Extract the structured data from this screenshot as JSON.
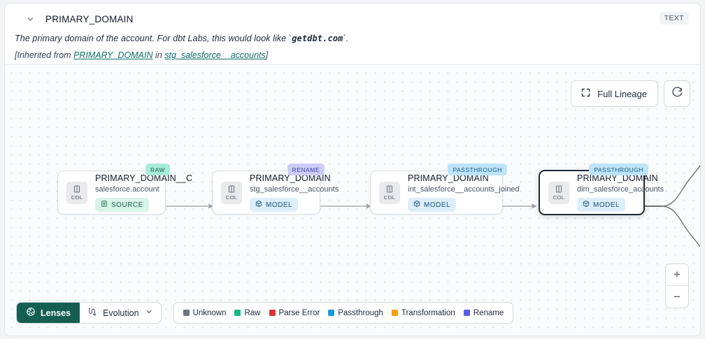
{
  "header": {
    "chevron_icon": "chevron-down-icon",
    "title": "PRIMARY_DOMAIN",
    "type_badge": "TEXT",
    "description_prefix": "The primary domain of the account. For dbt Labs, this would look like `",
    "description_code": "getdbt.com",
    "description_suffix": "`.",
    "inherited_open": "[Inherited from ",
    "inherited_link1": "PRIMARY_DOMAIN",
    "inherited_mid": " in ",
    "inherited_link2": "stg_salesforce__accounts",
    "inherited_close": "]"
  },
  "canvas_controls": {
    "full_lineage_label": "Full Lineage",
    "full_lineage_icon": "expand-icon",
    "refresh_icon": "refresh-icon",
    "zoom_in_label": "+",
    "zoom_out_label": "−"
  },
  "lineage": {
    "nodes": [
      {
        "tag": "RAW",
        "tag_kind": "raw",
        "chip_label": "COL",
        "chip_icon": "column-icon",
        "title": "PRIMARY_DOMAIN__C",
        "subtitle": "salesforce.account",
        "kind_label": "SOURCE",
        "kind_icon": "database-icon",
        "kind_class": "kind-source",
        "selected": false
      },
      {
        "tag": "RENAME",
        "tag_kind": "rename",
        "chip_label": "COL",
        "chip_icon": "column-icon",
        "title": "PRIMARY_DOMAIN",
        "subtitle": "stg_salesforce__accounts",
        "kind_label": "MODEL",
        "kind_icon": "cube-icon",
        "kind_class": "kind-model",
        "selected": false
      },
      {
        "tag": "PASSTHROUGH",
        "tag_kind": "passthrough",
        "chip_label": "COL",
        "chip_icon": "column-icon",
        "title": "PRIMARY_DOMAIN",
        "subtitle": "int_salesforce__accounts_joined",
        "kind_label": "MODEL",
        "kind_icon": "cube-icon",
        "kind_class": "kind-model",
        "selected": false
      },
      {
        "tag": "PASSTHROUGH",
        "tag_kind": "passthrough",
        "chip_label": "COL",
        "chip_icon": "column-icon",
        "title": "PRIMARY_DOMAIN",
        "subtitle": "dim_salesforce_accounts",
        "kind_label": "MODEL",
        "kind_icon": "cube-icon",
        "kind_class": "kind-model",
        "selected": true
      }
    ]
  },
  "bottom_bar": {
    "lenses_label": "Lenses",
    "lenses_icon": "aperture-icon",
    "evolution_label": "Evolution",
    "evolution_icon": "evolution-icon",
    "evolution_caret_icon": "chevron-down-icon",
    "legend": [
      {
        "label": "Unknown",
        "color": "#6b7280"
      },
      {
        "label": "Raw",
        "color": "#12b886"
      },
      {
        "label": "Parse Error",
        "color": "#e03131"
      },
      {
        "label": "Passthrough",
        "color": "#1c9ae0"
      },
      {
        "label": "Transformation",
        "color": "#f59f00"
      },
      {
        "label": "Rename",
        "color": "#5b5bef"
      }
    ]
  }
}
